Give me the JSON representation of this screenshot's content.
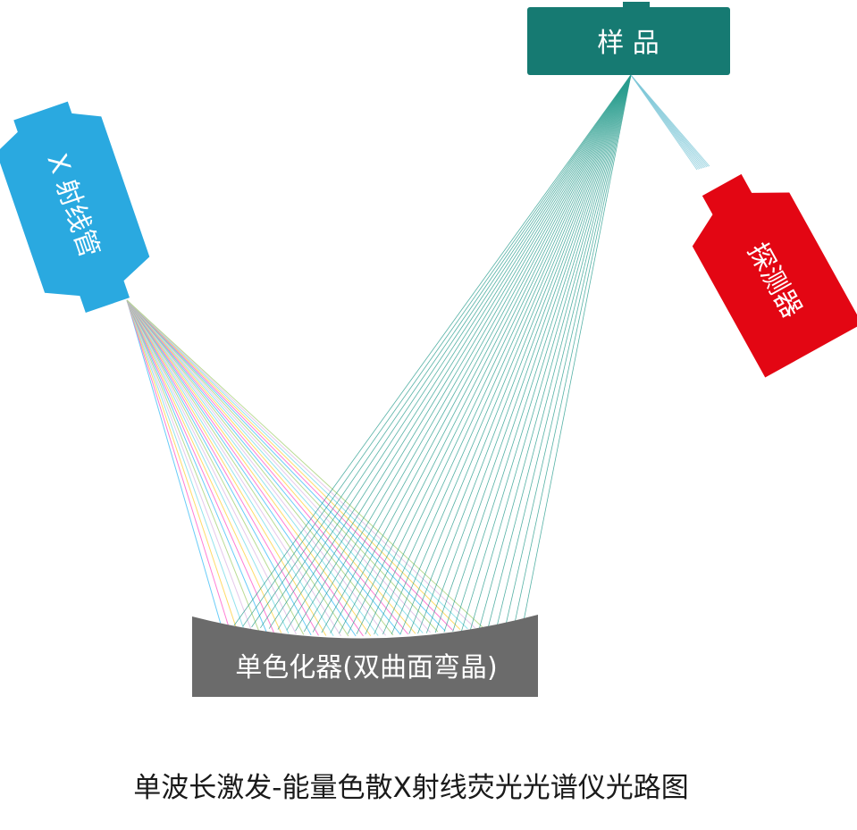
{
  "components": {
    "xray_tube": {
      "label": "X 射线管",
      "color": "#2aa9e0"
    },
    "sample": {
      "label": "样 品",
      "color": "#167a72"
    },
    "detector": {
      "label": "探测器",
      "color": "#e30613"
    },
    "monochromator": {
      "label": "单色化器(双曲面弯晶)",
      "color": "#6b6b6b"
    }
  },
  "caption": "单波长激发-能量色散X射线荧光光谱仪光路图",
  "beam_colors": {
    "incident": [
      "#4fc3f7",
      "#ff66cc",
      "#ffd54f",
      "#80deea",
      "#e1bee7",
      "#aed581"
    ],
    "diffracted": "#2a9d8f",
    "fluorescence": "#7fc8d8"
  }
}
